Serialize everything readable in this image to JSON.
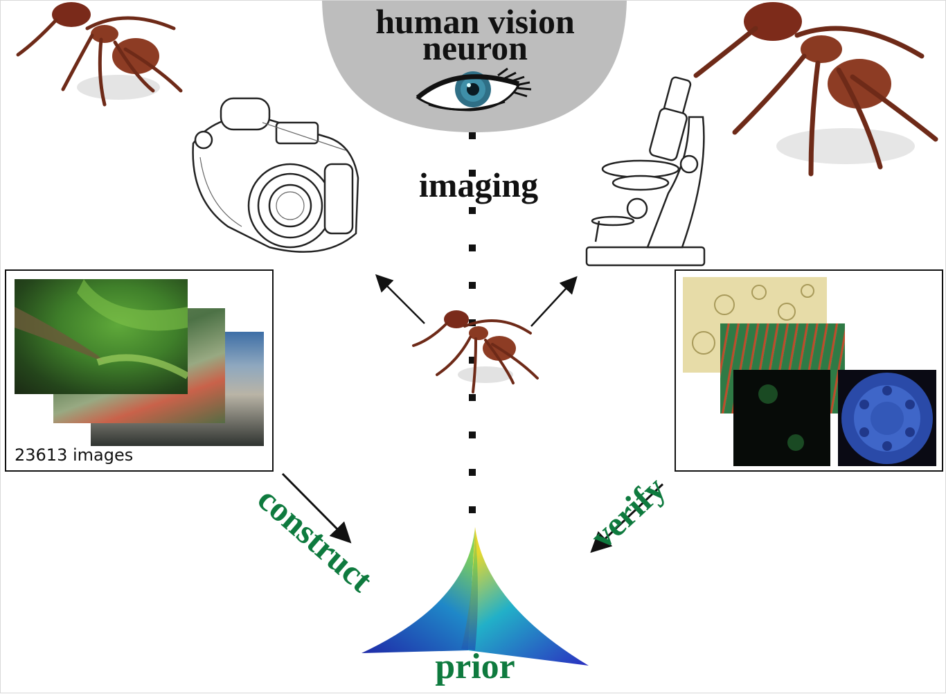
{
  "top_dome": {
    "line1": "human vision",
    "line2": "neuron",
    "icon": "eye-icon",
    "fill_color": "#bdbdbd"
  },
  "center_label": "imaging",
  "left_panel": {
    "caption": "23613 images",
    "icon": "camera-icon"
  },
  "right_panel": {
    "icon": "microscope-icon"
  },
  "arrows": {
    "construct_label": "construct",
    "verify_label": "verify"
  },
  "bottom": {
    "label": "prior",
    "label_color": "#0e7a3e"
  },
  "icons": [
    "ant-icon",
    "camera-icon",
    "microscope-icon",
    "eye-icon",
    "prior-surface-icon"
  ]
}
